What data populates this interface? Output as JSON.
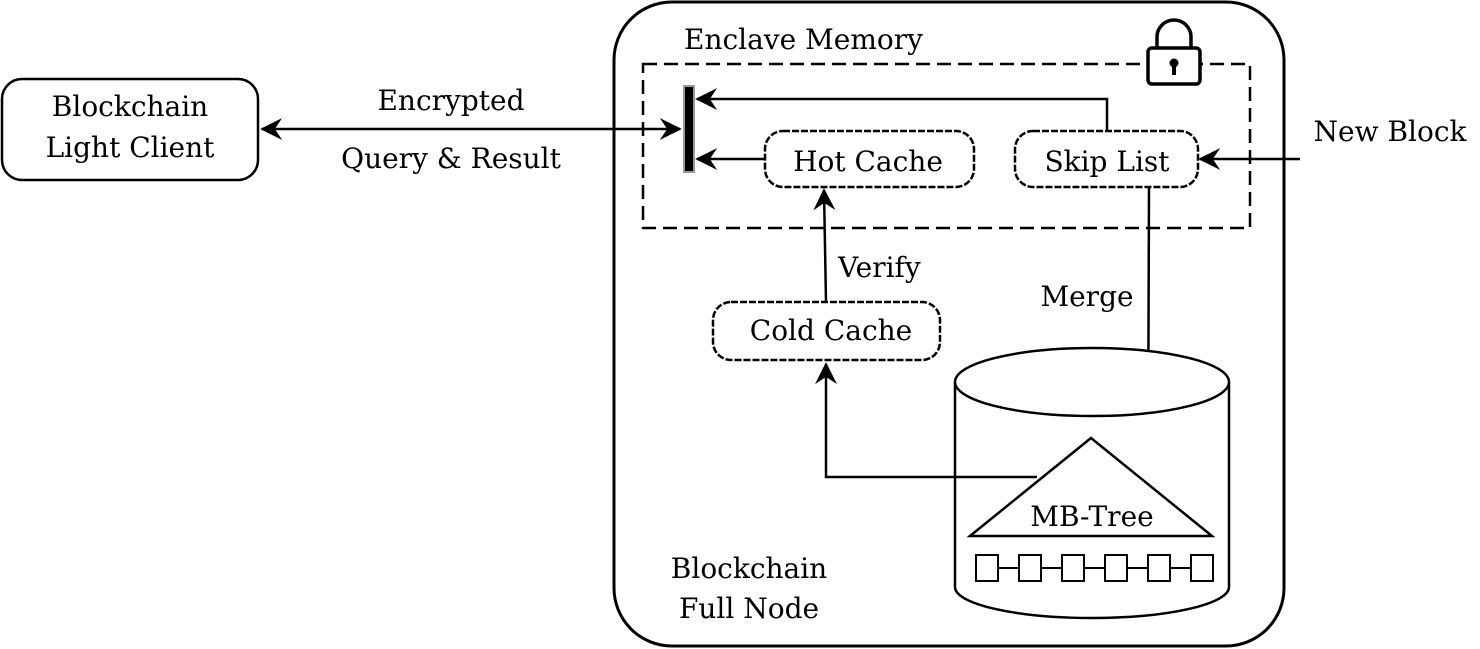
{
  "client": {
    "line1": "Blockchain",
    "line2": "Light Client"
  },
  "channel": {
    "top_label": "Encrypted",
    "bottom_label": "Query & Result"
  },
  "full_node": {
    "line1": "Blockchain",
    "line2": "Full Node"
  },
  "enclave": {
    "title": "Enclave Memory",
    "lock_icon": "lock-icon"
  },
  "hot_cache": {
    "label": "Hot Cache"
  },
  "skip_list": {
    "label": "Skip List"
  },
  "cold_cache": {
    "label": "Cold Cache"
  },
  "verify": {
    "label": "Verify"
  },
  "merge": {
    "label": "Merge"
  },
  "new_block": {
    "label": "New Block"
  },
  "mb_tree": {
    "label": "MB-Tree"
  }
}
